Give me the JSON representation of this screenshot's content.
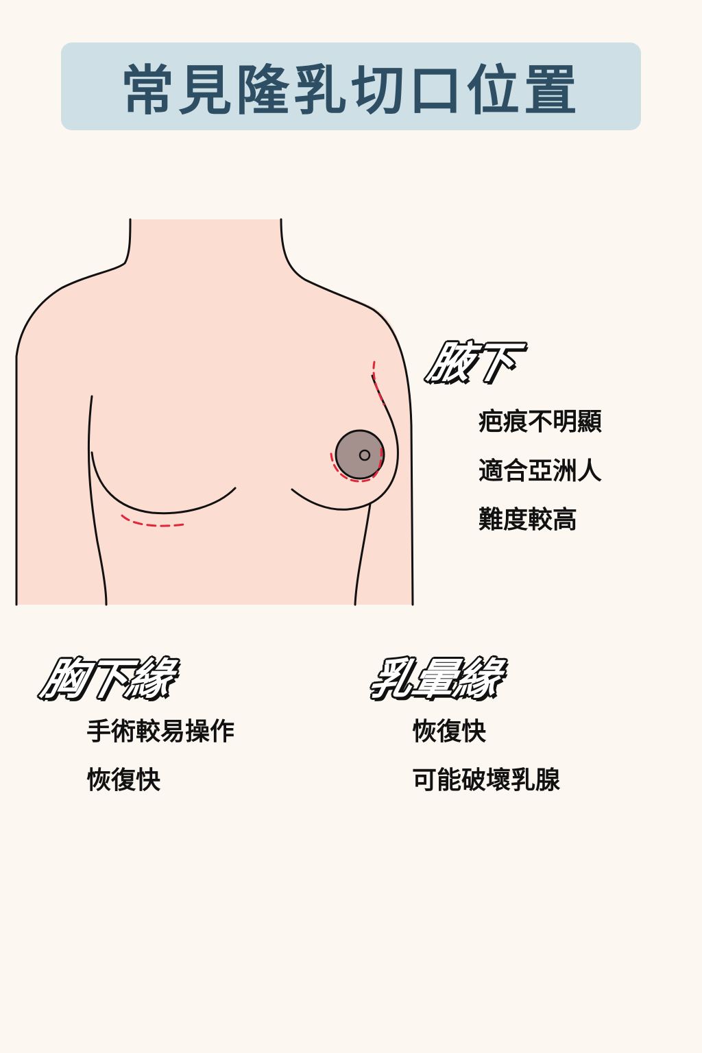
{
  "title": "常見隆乳切口位置",
  "colors": {
    "background": "#fcf7f1",
    "banner": "#cfdfe6",
    "title_text": "#2e4f63",
    "skin": "#fbddd2",
    "areola": "#a4918d",
    "incision": "#e0263a",
    "outline": "#111111"
  },
  "sections": {
    "axillary": {
      "label": "腋下",
      "points": [
        "疤痕不明顯",
        "適合亞洲人",
        "難度較高"
      ]
    },
    "inframammary": {
      "label": "胸下緣",
      "points": [
        "手術較易操作",
        "恢復快"
      ]
    },
    "periareolar": {
      "label": "乳暈緣",
      "points": [
        "恢復快",
        "可能破壞乳腺"
      ]
    }
  }
}
